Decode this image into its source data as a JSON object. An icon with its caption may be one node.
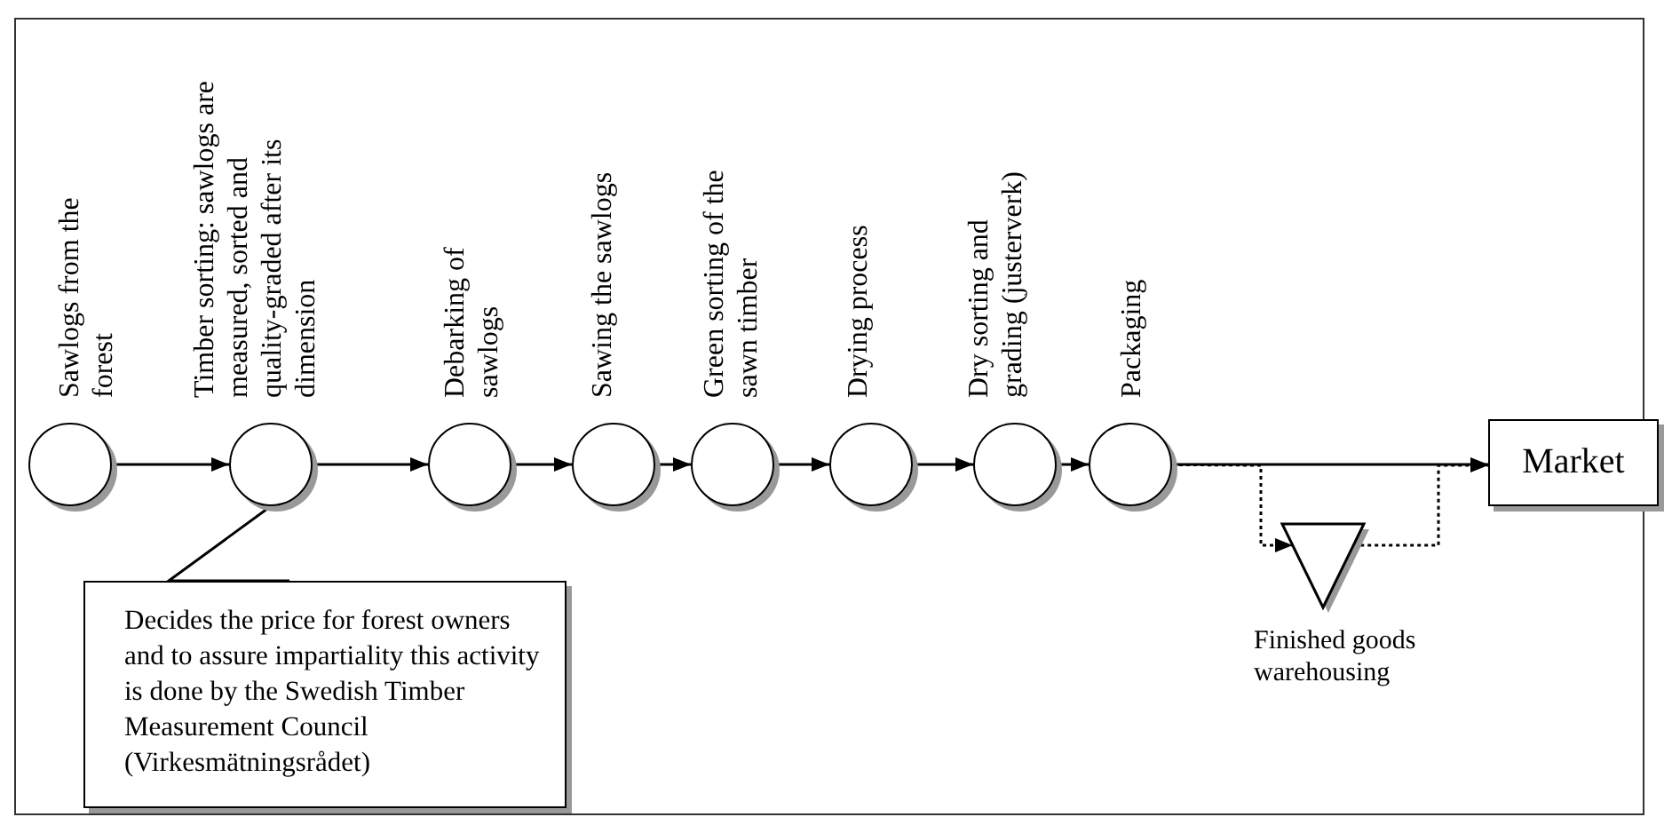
{
  "diagram": {
    "nodes": [
      {
        "text": [],
        "shape": "circle",
        "beside": [
          "Sawlogs from the forest"
        ]
      },
      {
        "text": [],
        "shape": "circle",
        "beside": [
          "Timber sorting: sawlogs are measured, sorted and quality-graded after its dimension"
        ]
      },
      {
        "text": [],
        "shape": "circle",
        "beside": [
          "Debarking of sawlogs"
        ]
      },
      {
        "text": [],
        "shape": "circle",
        "beside": [
          "Sawing the sawlogs"
        ]
      },
      {
        "text": [],
        "shape": "circle",
        "beside": [
          "Green sorting of the sawn timber"
        ]
      },
      {
        "text": [],
        "shape": "circle",
        "beside": [
          "Drying process"
        ]
      },
      {
        "text": [],
        "shape": "circle",
        "beside": [
          "Dry sorting and grading  (justerverk)"
        ]
      },
      {
        "text": [],
        "shape": "circle",
        "beside": [
          "Packaging"
        ]
      },
      {
        "text": [
          "Market"
        ]
      },
      {
        "text": [],
        "shape": "triangle",
        "beside": [
          "Finished goods warehousing"
        ]
      },
      {
        "text": [
          "Decides the price for forest owners and to assure impartiality this activity is done by the Swedish Timber Measurement Council (Virkesmätningsrådet)"
        ]
      }
    ],
    "edges": [
      {
        "from": 0,
        "to": 1,
        "arrow": "to"
      },
      {
        "from": 1,
        "to": 2,
        "arrow": "to"
      },
      {
        "from": 2,
        "to": 3,
        "arrow": "to"
      },
      {
        "from": 3,
        "to": 4,
        "arrow": "to"
      },
      {
        "from": 4,
        "to": 5,
        "arrow": "to"
      },
      {
        "from": 5,
        "to": 6,
        "arrow": "to"
      },
      {
        "from": 6,
        "to": 7,
        "arrow": "to"
      },
      {
        "from": 7,
        "to": 8,
        "arrow": "to"
      },
      {
        "from": 7,
        "to": 9,
        "arrow": "to",
        "style": "dashed"
      },
      {
        "from": 9,
        "to": 8,
        "arrow": "to",
        "style": "dashed"
      },
      {
        "from": 10,
        "to": 1,
        "arrow": "none"
      }
    ]
  }
}
